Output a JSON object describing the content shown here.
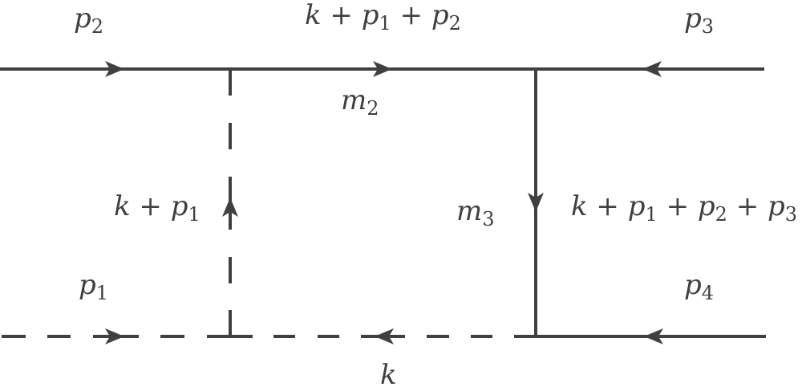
{
  "diagram": {
    "type": "feynman-box-diagram",
    "line_color": "#404040",
    "background": "#ffffff",
    "labels": {
      "p2": {
        "sym": "p",
        "sub": "2"
      },
      "top_mid": {
        "text": "k + p",
        "sub1": "1",
        "mid": " + p",
        "sub2": "2"
      },
      "p3": {
        "sym": "p",
        "sub": "3"
      },
      "m2": {
        "sym": "m",
        "sub": "2"
      },
      "k_p1": {
        "text": "k + p",
        "sub": "1"
      },
      "m3": {
        "sym": "m",
        "sub": "3"
      },
      "right_mid": {
        "text": "k + p",
        "sub1": "1",
        "mid1": " + p",
        "sub2": "2",
        "mid2": " + p",
        "sub3": "3"
      },
      "p1": {
        "sym": "p",
        "sub": "1"
      },
      "p4": {
        "sym": "p",
        "sub": "4"
      },
      "k": {
        "sym": "k"
      }
    },
    "propagators": [
      {
        "name": "external-p2",
        "style": "solid",
        "direction": "right"
      },
      {
        "name": "internal-top-m2",
        "style": "solid",
        "direction": "right",
        "momentum": "k + p1 + p2",
        "mass": "m2"
      },
      {
        "name": "external-p3",
        "style": "solid",
        "direction": "left"
      },
      {
        "name": "internal-left-vertical",
        "style": "dashed",
        "direction": "up",
        "momentum": "k + p1"
      },
      {
        "name": "internal-right-vertical-m3",
        "style": "solid",
        "direction": "down",
        "momentum": "k + p1 + p2 + p3",
        "mass": "m3"
      },
      {
        "name": "external-p1",
        "style": "dashed",
        "direction": "right"
      },
      {
        "name": "internal-bottom-k",
        "style": "dashed",
        "direction": "left",
        "momentum": "k"
      },
      {
        "name": "external-p4",
        "style": "solid",
        "direction": "left"
      }
    ]
  }
}
